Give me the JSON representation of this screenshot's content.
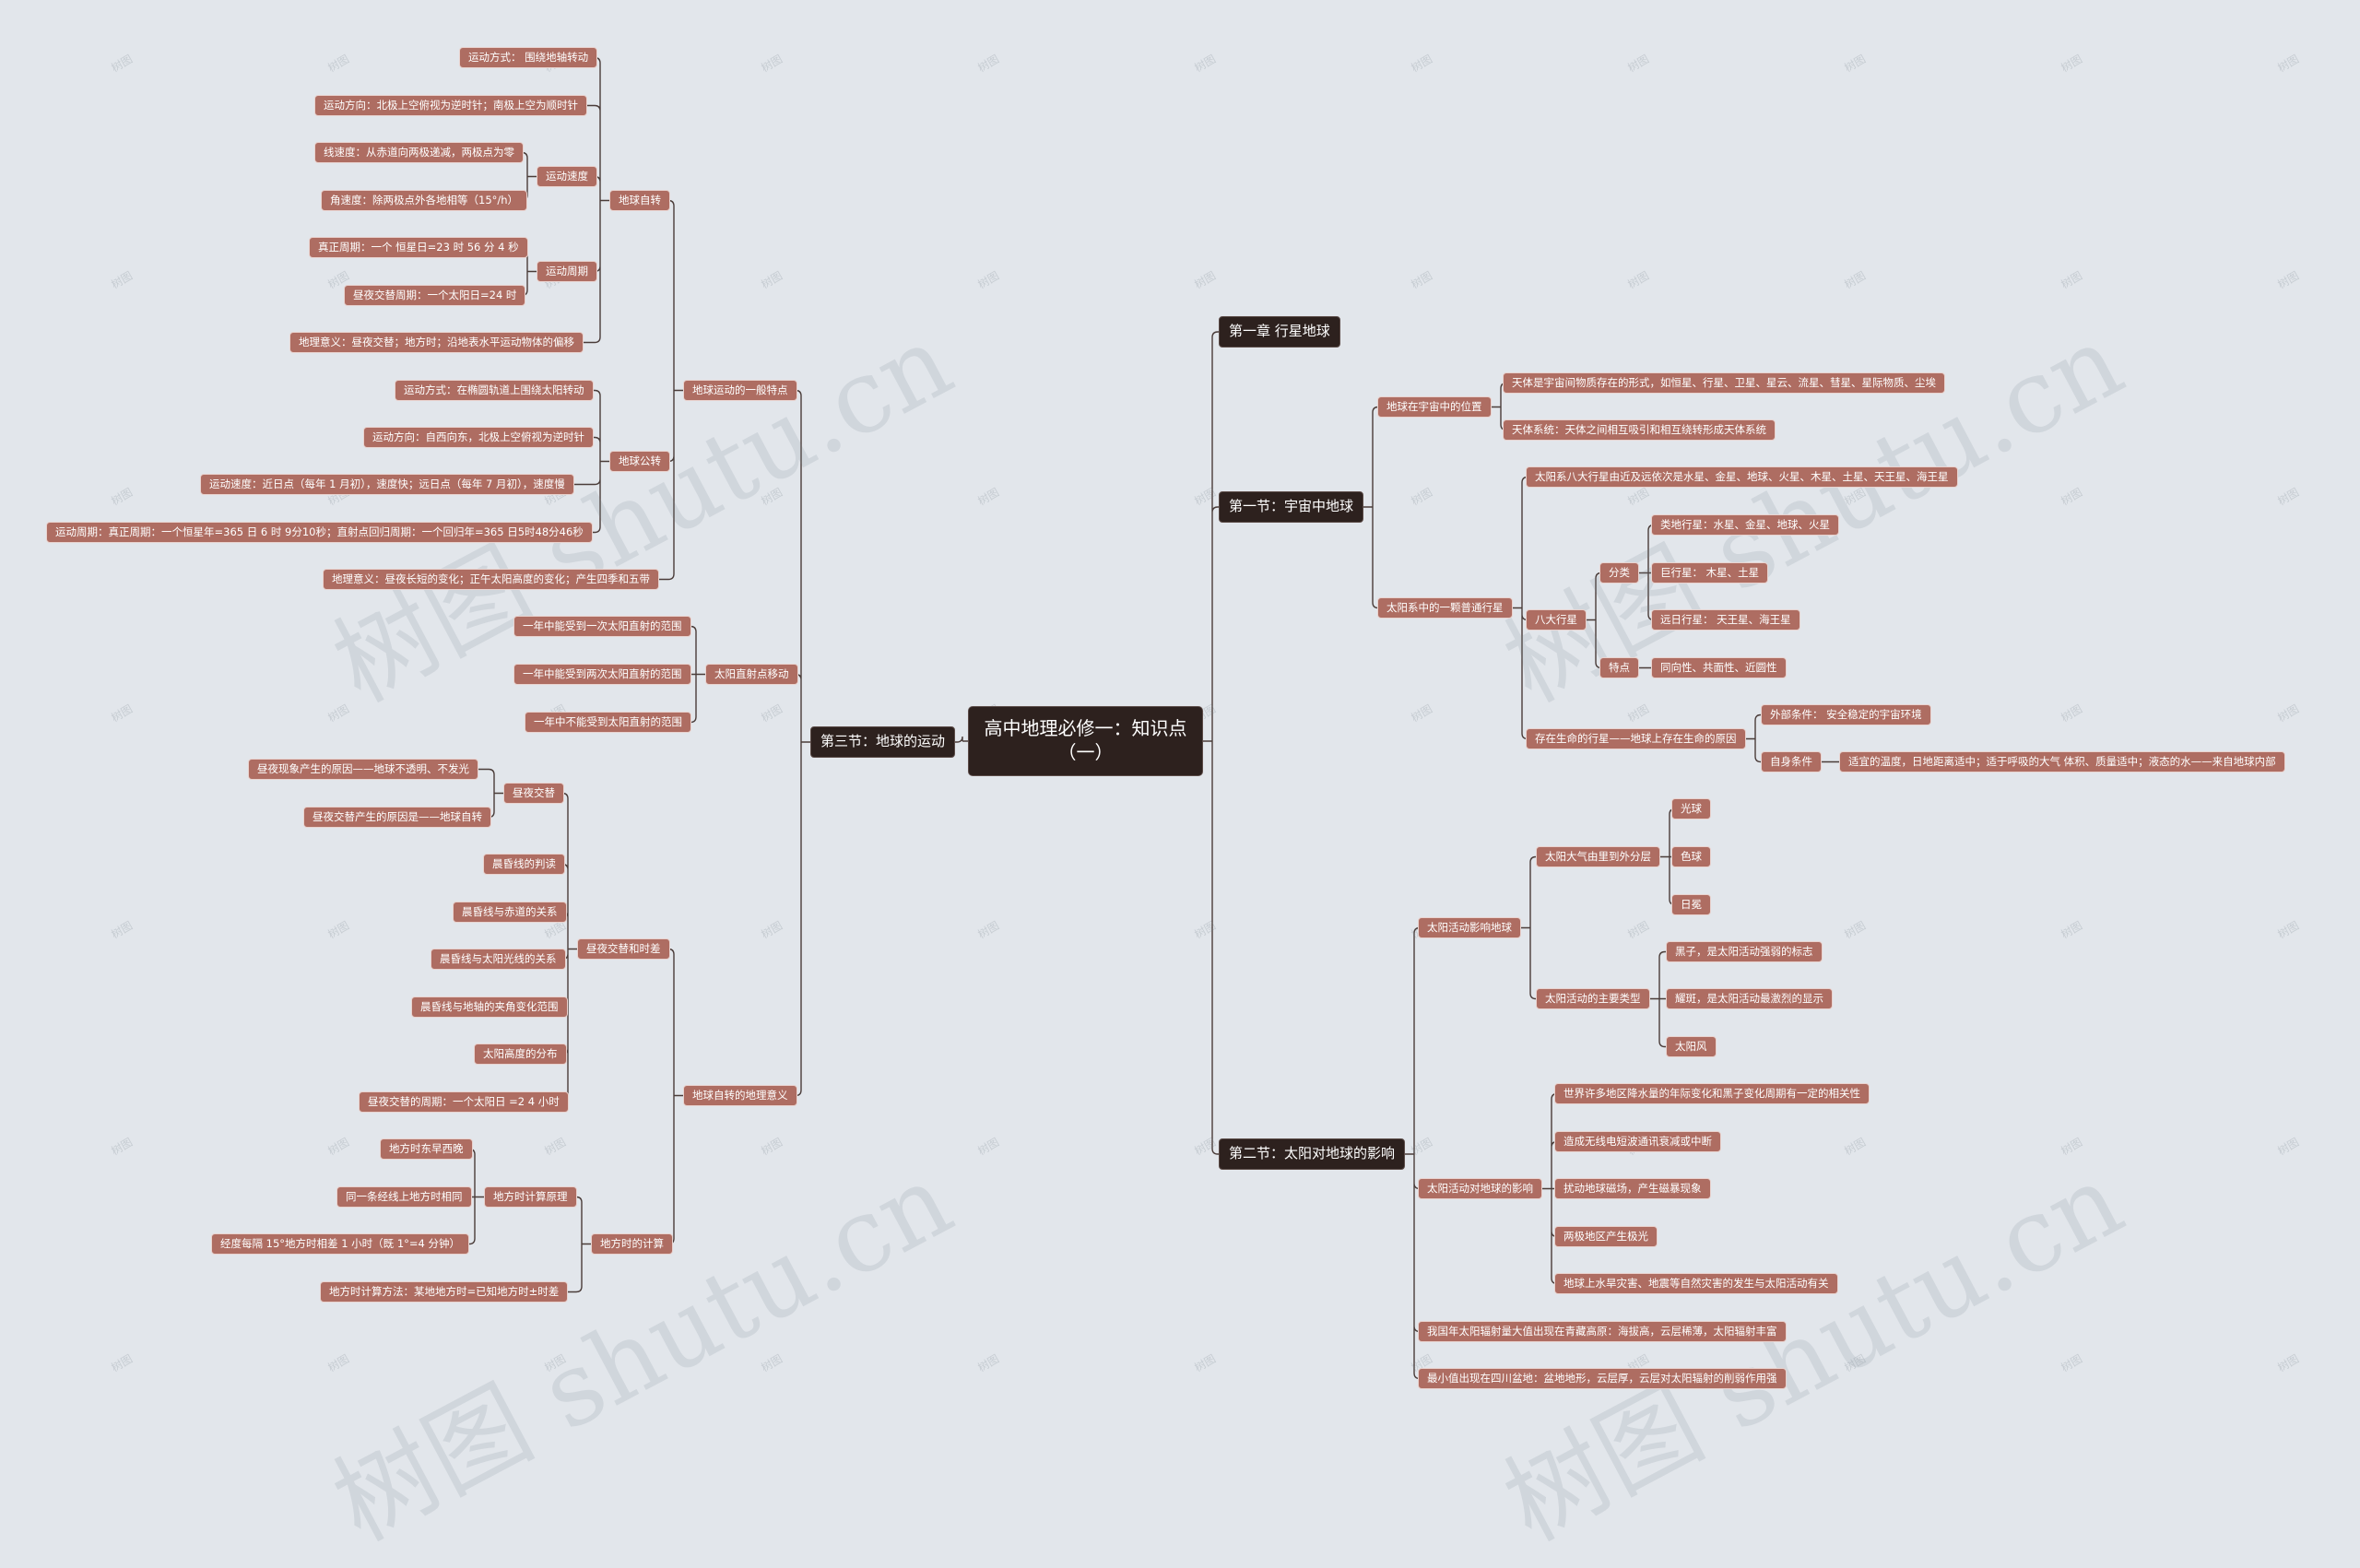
{
  "root": "高中地理必修一：知识点（一）",
  "watermark": "树图 shutu.cn",
  "watermark_small": "树图",
  "colors": {
    "background": "#e2e6eb",
    "node": "#ae6d62",
    "dark_node": "#2d211e",
    "line": "#4a3c39"
  },
  "right": {
    "chapter": "第一章   行星地球",
    "section1": {
      "title": "第一节：宇宙中地球",
      "position": {
        "label": "地球在宇宙中的位置",
        "items": [
          "天体是宇宙间物质存在的形式，如恒星、行星、卫星、星云、流星、彗星、星际物质、尘埃",
          "天体系统：天体之间相互吸引和相互绕转形成天体系统"
        ]
      },
      "ordinary": {
        "label": "太阳系中的一颗普通行星",
        "order": "太阳系八大行星由近及远依次是水星、金星、地球、火星、木星、土星、天王星、海王星",
        "eight": {
          "label": "八大行星",
          "classify": {
            "label": "分类",
            "items": [
              "类地行星：水星、金星、地球、火星",
              "巨行星： 木星、土星",
              "远日行星： 天王星、海王星"
            ]
          },
          "feature": {
            "label": "特点",
            "value": "同向性、共面性、近圆性"
          }
        },
        "life": {
          "label": "存在生命的行星——地球上存在生命的原因",
          "external": {
            "label": "外部条件：  安全稳定的宇宙环境"
          },
          "self": {
            "label": "自身条件",
            "value": "适宜的温度，日地距离适中；适于呼吸的大气 体积、质量适中；液态的水——来自地球内部"
          }
        }
      }
    },
    "section2": {
      "title": "第二节：太阳对地球的影响",
      "activity": {
        "label": "太阳活动影响地球",
        "layers": {
          "label": "太阳大气由里到外分层",
          "items": [
            "光球",
            "色球",
            "日冕"
          ]
        },
        "types": {
          "label": "太阳活动的主要类型",
          "items": [
            "黑子，是太阳活动强弱的标志",
            "耀斑，是太阳活动最激烈的显示",
            "太阳风"
          ]
        }
      },
      "effects": {
        "label": "太阳活动对地球的影响",
        "items": [
          "世界许多地区降水量的年际变化和黑子变化周期有一定的相关性",
          "造成无线电短波通讯衰减或中断",
          "扰动地球磁场，产生磁暴现象",
          "两极地区产生极光",
          "地球上水旱灾害、地震等自然灾害的发生与太阳活动有关"
        ]
      },
      "max": "我国年太阳辐射量大值出现在青藏高原：海拔高，云层稀薄，太阳辐射丰富",
      "min": "最小值出现在四川盆地：盆地地形，云层厚，云层对太阳辐射的削弱作用强"
    }
  },
  "left": {
    "section3": {
      "title": "第三节：地球的运动",
      "general": {
        "label": "地球运动的一般特点",
        "rotation": {
          "label": "地球自转",
          "method": "运动方式：  围绕地轴转动",
          "direction": "运动方向：北极上空俯视为逆时针；南极上空为顺时针",
          "speed": {
            "label": "运动速度",
            "items": [
              "线速度：从赤道向两极递减，两极点为零",
              "角速度：除两极点外各地相等（15°/h）"
            ]
          },
          "period": {
            "label": "运动周期",
            "items": [
              "真正周期：一个 恒星日=23 时 56 分 4 秒",
              "昼夜交替周期：一个太阳日=24 时"
            ]
          },
          "meaning": "地理意义：昼夜交替；地方时；沿地表水平运动物体的偏移"
        },
        "revolution": {
          "label": "地球公转",
          "items": [
            "运动方式：在椭圆轨道上围绕太阳转动",
            "运动方向：自西向东，北极上空俯视为逆时针",
            "运动速度：近日点（每年 1 月初），速度快；远日点（每年 7 月初），速度慢",
            "运动周期：真正周期：一个恒星年=365 日 6 时 9分10秒；直射点回归周期：一个回归年=365 日5时48分46秒"
          ]
        },
        "meaning": "地理意义：昼夜长短的变化；正午太阳高度的变化；产生四季和五带"
      },
      "direct": {
        "label": "太阳直射点移动",
        "items": [
          "一年中能受到一次太阳直射的范围",
          "一年中能受到两次太阳直射的范围",
          "一年中不能受到太阳直射的范围"
        ]
      },
      "rotationMeaning": {
        "label": "地球自转的地理意义",
        "daynight": {
          "label": "昼夜交替和时差",
          "alternation": {
            "label": "昼夜交替",
            "items": [
              "昼夜现象产生的原因——地球不透明、不发光",
              "昼夜交替产生的原因是——地球自转"
            ]
          },
          "items": [
            "晨昏线的判读",
            "晨昏线与赤道的关系",
            "晨昏线与太阳光线的关系",
            "晨昏线与地轴的夹角变化范围",
            "太阳高度的分布",
            "昼夜交替的周期：一个太阳日 =2 4 小时"
          ]
        },
        "localtime": {
          "label": "地方时的计算",
          "principle": {
            "label": "地方时计算原理",
            "items": [
              "地方时东早西晚",
              "同一条经线上地方时相同",
              "经度每隔 15°地方时相差 1 小时（既 1°=4 分钟）"
            ]
          },
          "method": "地方时计算方法：某地地方时=已知地方时±时差"
        }
      }
    }
  }
}
